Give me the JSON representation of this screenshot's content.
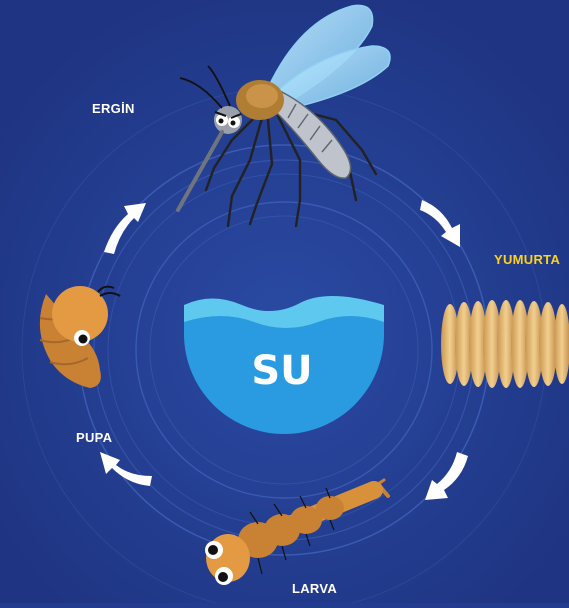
{
  "center": {
    "label": "SU"
  },
  "stages": {
    "adult": "ERGİN",
    "egg": "YUMURTA",
    "larva": "LARVA",
    "pupa": "PUPA"
  },
  "colors": {
    "background": "#233c8f",
    "ring": "#4a6fc9",
    "water_light": "#5ec8ef",
    "water_dark": "#2a9be0",
    "label_white": "#ffffff",
    "label_yellow": "#ffd21a",
    "creature_orange": "#d8913b",
    "egg_tan": "#e2b46e"
  },
  "icons": [
    "mosquito-icon",
    "egg-raft-icon",
    "larva-icon",
    "pupa-icon",
    "cycle-arrow-icon",
    "water-bowl-icon"
  ]
}
